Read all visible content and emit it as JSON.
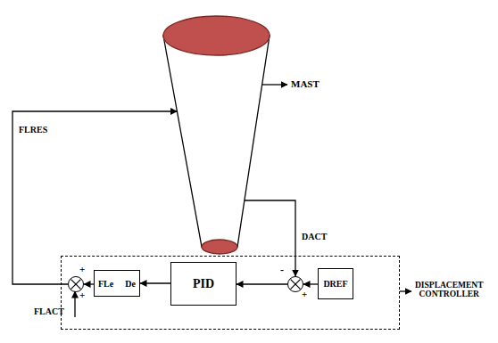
{
  "diagram": {
    "nodes": [
      {
        "text": [
          "MAST"
        ]
      },
      {
        "text": [
          "DISPLACEMENT CONTROLLER"
        ]
      },
      {
        "text": [
          "+",
          "+"
        ],
        "in": 1
      },
      {
        "text": [
          "FLe",
          "De"
        ],
        "in": 1
      },
      {
        "text": [
          "PID"
        ],
        "in": 1
      },
      {
        "text": [
          "-",
          "+"
        ],
        "in": 1
      },
      {
        "text": [
          "DREF"
        ],
        "in": 1
      }
    ],
    "edges": [
      {
        "from": 6,
        "to": 5,
        "arrow": "to"
      },
      {
        "from": 5,
        "to": 4,
        "arrow": "to"
      },
      {
        "from": 4,
        "to": 3,
        "arrow": "to"
      },
      {
        "from": 3,
        "to": 2,
        "arrow": "to"
      },
      {
        "from": 0,
        "to": 5,
        "label": "DACT",
        "arrow": "to"
      },
      {
        "from": 2,
        "to": 0,
        "label": "FLRES",
        "arrow": "to"
      }
    ],
    "labels": [
      "FLACT"
    ]
  }
}
